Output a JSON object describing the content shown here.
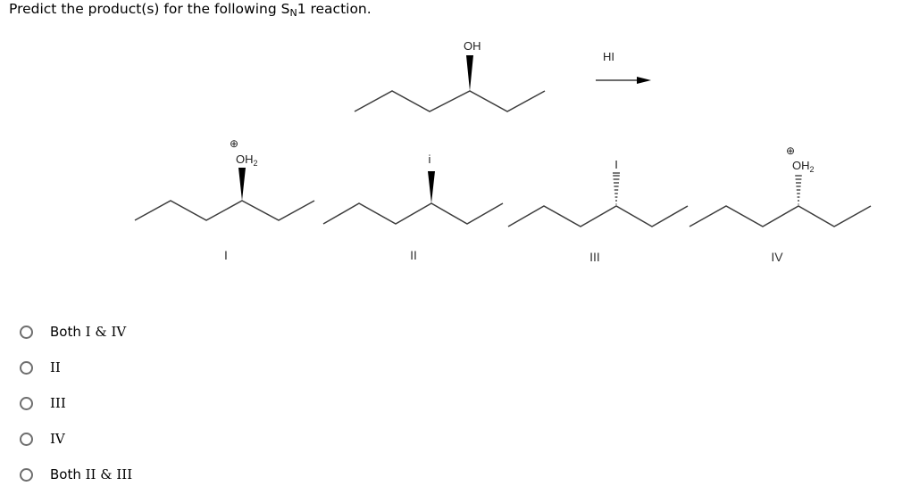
{
  "question": {
    "prefix": "Predict the product(s) for the following S",
    "subscript": "N",
    "suffix": "1 reaction."
  },
  "reaction": {
    "reactant": {
      "substituent": "OH",
      "stereo": "wedge"
    },
    "reagent": "HI",
    "products": [
      {
        "id": "I",
        "label": "I",
        "substituent": "OH",
        "substituent_sub": "2",
        "charge": "+",
        "stereo": "wedge"
      },
      {
        "id": "II",
        "label": "II",
        "substituent": "i",
        "substituent_sub": "",
        "charge": "",
        "stereo": "wedge"
      },
      {
        "id": "III",
        "label": "III",
        "substituent": "I",
        "substituent_sub": "",
        "charge": "",
        "stereo": "hash"
      },
      {
        "id": "IV",
        "label": "IV",
        "substituent": "OH",
        "substituent_sub": "2",
        "charge": "+",
        "stereo": "hash"
      }
    ],
    "charge_symbol": "⊕"
  },
  "options": [
    {
      "label_word": "Both",
      "label_rest": " I & IV",
      "selected": false
    },
    {
      "label_word": "",
      "label_rest": "II",
      "selected": false
    },
    {
      "label_word": "",
      "label_rest": "III",
      "selected": false
    },
    {
      "label_word": "",
      "label_rest": "IV",
      "selected": false
    },
    {
      "label_word": "Both",
      "label_rest": " II & III",
      "selected": false
    }
  ]
}
